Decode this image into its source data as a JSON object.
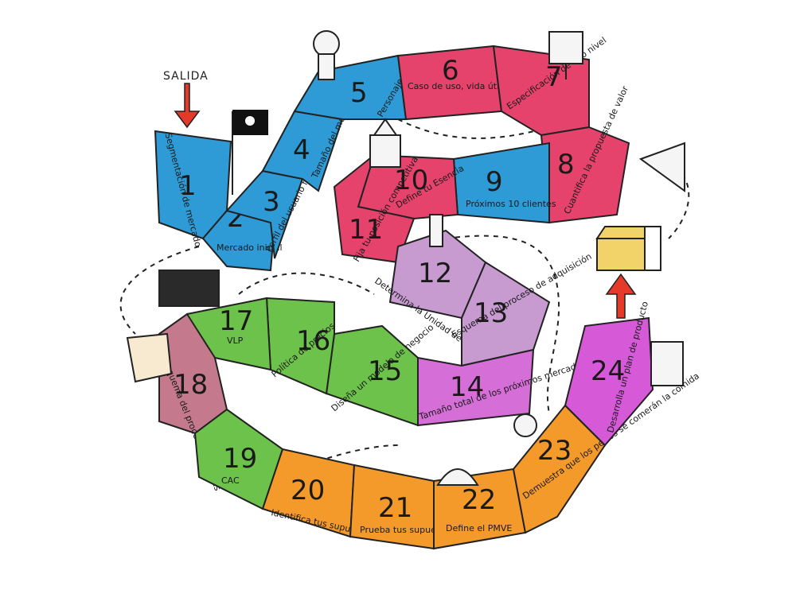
{
  "start_label": "SALIDA",
  "tiles": [
    {
      "n": "1",
      "label": "Segmentación de mercado",
      "color": "#2e9ad6"
    },
    {
      "n": "2",
      "label": "Mercado inicial",
      "color": "#2e9ad6"
    },
    {
      "n": "3",
      "label": "Perfil del usuario final",
      "color": "#2e9ad6"
    },
    {
      "n": "4",
      "label": "Tamaño del mercado inicial",
      "color": "#2e9ad6"
    },
    {
      "n": "5",
      "label": "Personaje",
      "color": "#2e9ad6"
    },
    {
      "n": "6",
      "label": "Caso de uso, vida útil del producto",
      "color": "#e5436b"
    },
    {
      "n": "7",
      "label": "Especificación de alto nivel",
      "color": "#e5436b"
    },
    {
      "n": "8",
      "label": "Cuantifica la propuesta de valor",
      "color": "#e5436b"
    },
    {
      "n": "9",
      "label": "Próximos 10 clientes",
      "color": "#2e9ad6"
    },
    {
      "n": "10",
      "label": "Define tu Esencia",
      "color": "#e5436b"
    },
    {
      "n": "11",
      "label": "Fija tu posición competitiva",
      "color": "#e5436b"
    },
    {
      "n": "12",
      "label": "Determina la Unidad de Decisión",
      "color": "#c79ad0"
    },
    {
      "n": "13",
      "label": "Esquema del proceso de adquisición",
      "color": "#c79ad0"
    },
    {
      "n": "14",
      "label": "Tamaño total de los próximos mercados",
      "color": "#d66ed8"
    },
    {
      "n": "15",
      "label": "Diseña un modelo de negocio",
      "color": "#6cc24a"
    },
    {
      "n": "16",
      "label": "Política de precios",
      "color": "#6cc24a"
    },
    {
      "n": "17",
      "label": "VLP",
      "color": "#6cc24a"
    },
    {
      "n": "18",
      "label": "Esquema del proceso de ventas",
      "color": "#c47a8c"
    },
    {
      "n": "19",
      "label": "CAC",
      "color": "#6cc24a"
    },
    {
      "n": "20",
      "label": "Identifica tus supuestos clave",
      "color": "#f39a2a"
    },
    {
      "n": "21",
      "label": "Prueba tus supuestos clave",
      "color": "#f39a2a"
    },
    {
      "n": "22",
      "label": "Define el PMVE",
      "color": "#f39a2a"
    },
    {
      "n": "23",
      "label": "Demuestra que los perros se comerán la comida",
      "color": "#f39a2a"
    },
    {
      "n": "24",
      "label": "Desarrolla un plan de producto",
      "color": "#d65ad8"
    }
  ],
  "colors": {
    "outline": "#222222",
    "arrow": "#e53a2a",
    "treasure": "#f2d36a"
  }
}
